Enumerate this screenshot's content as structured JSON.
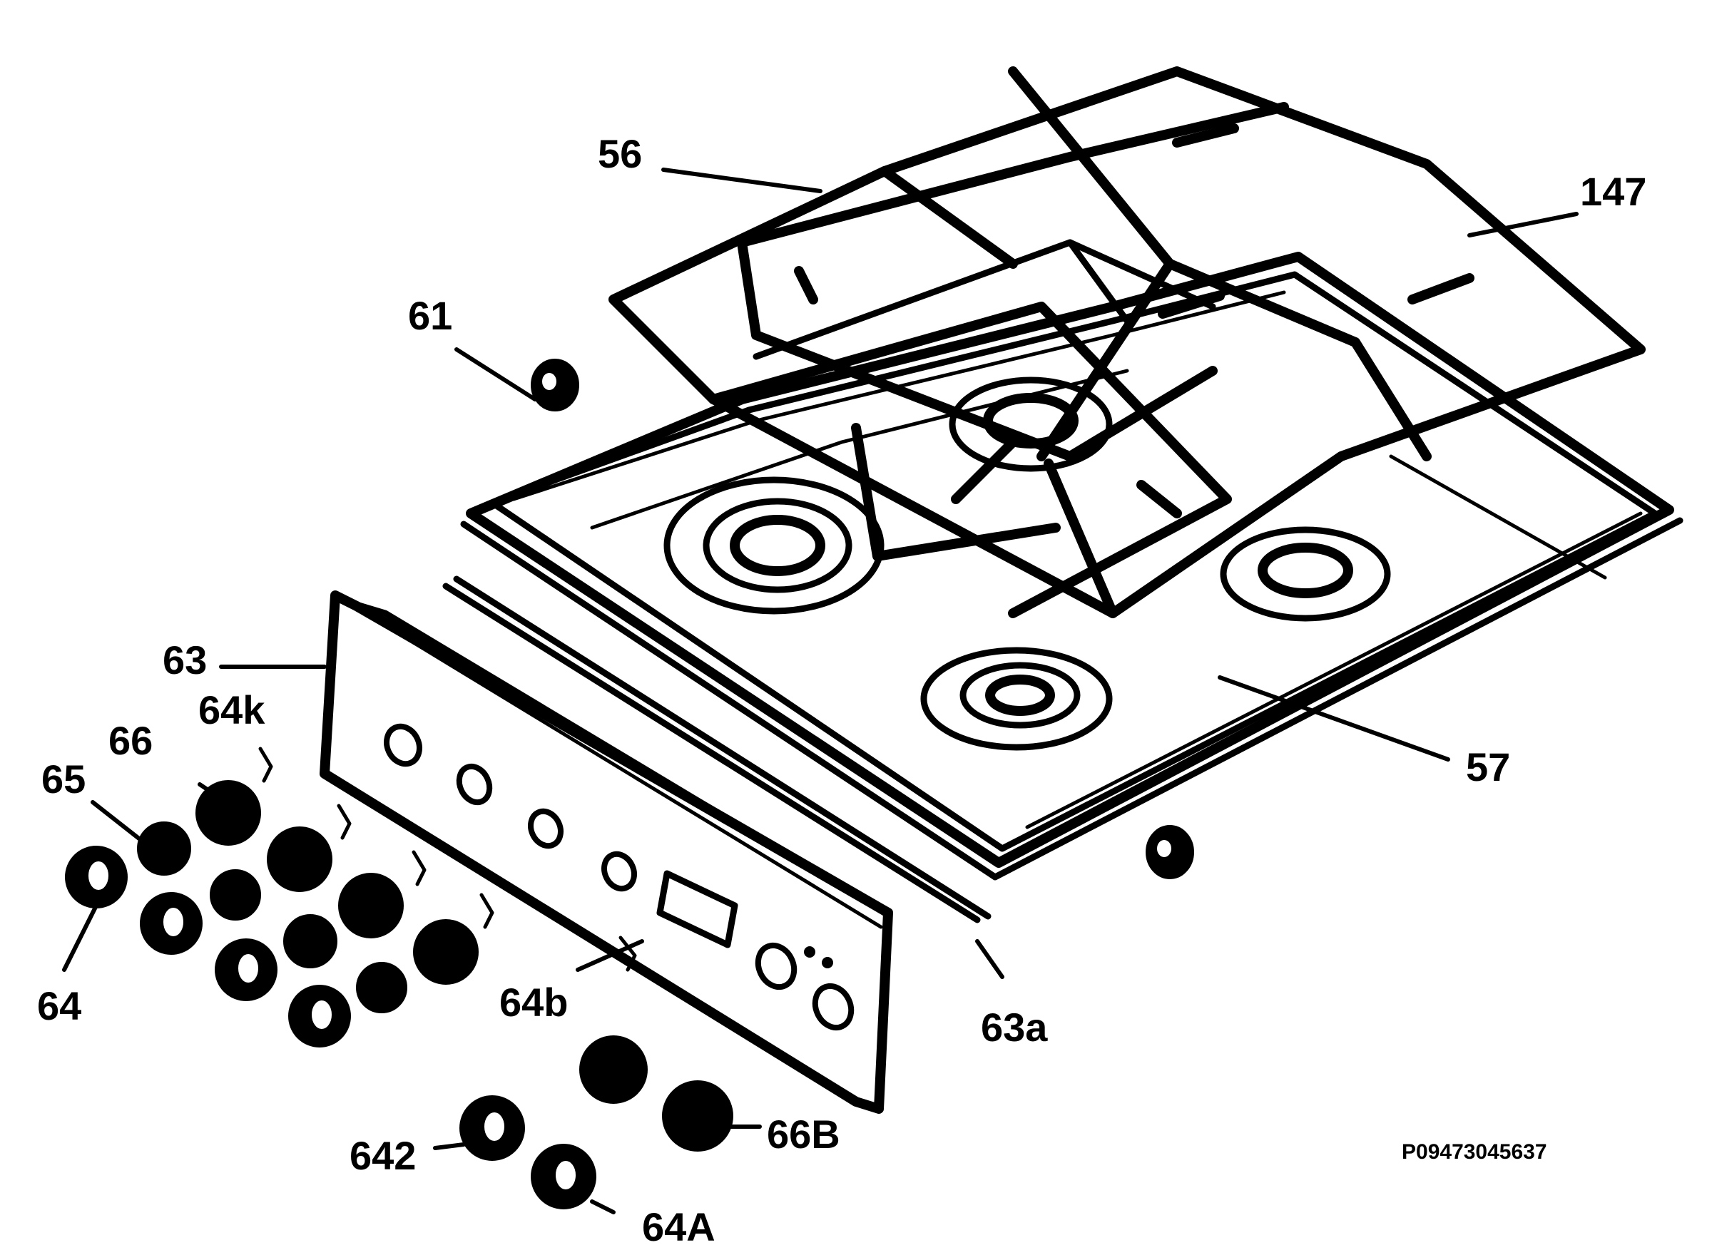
{
  "labels": {
    "p56": "56",
    "p147": "147",
    "p61": "61",
    "p63": "63",
    "p64k": "64k",
    "p66": "66",
    "p65": "65",
    "p57": "57",
    "p64": "64",
    "p64b": "64b",
    "p63a": "63a",
    "p642": "642",
    "p66B": "66B",
    "p64A": "64A"
  },
  "drawing_code": "P09473045637"
}
